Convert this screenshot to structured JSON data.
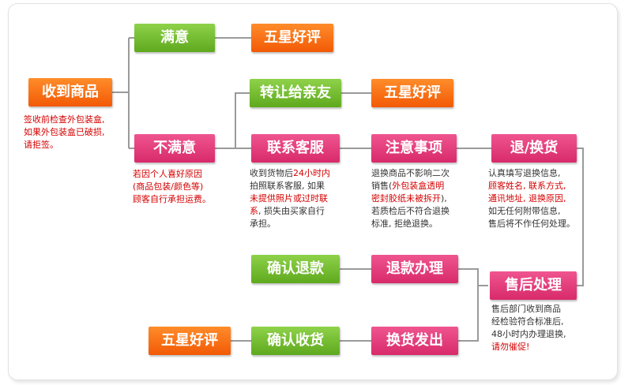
{
  "colors": {
    "green": "#6cb52a",
    "orange": "#f46e10",
    "pink": "#e03a78",
    "line": "#9a9a9a",
    "note_red": "#d40000"
  },
  "nodes": {
    "receive": "收到商品",
    "satisfied": "满意",
    "unsatisfied": "不满意",
    "five_star_1": "五星好评",
    "transfer": "转让给亲友",
    "five_star_2": "五星好评",
    "contact": "联系客服",
    "notice": "注意事项",
    "return_exchange": "退/换货",
    "after_sales": "售后处理",
    "refund": "退款办理",
    "confirm_refund": "确认退款",
    "ship_exchange": "换货发出",
    "confirm_receipt": "确认收货",
    "five_star_3": "五星好评"
  },
  "notes": {
    "receive": [
      "签收前检查外包装盒,",
      "如果外包装盒已破损,",
      "请拒签。"
    ],
    "unsatisfied": [
      "若因个人喜好原因",
      "(商品包装/颜色等)",
      "顾客自行承担运费。"
    ],
    "contact": {
      "l1": "收到货物后",
      "l1_red": "24小时内",
      "l2": "拍照联系客服, 如果",
      "l3_red": "未提供照片或过时联",
      "l4_red": "系",
      "l4": ", 损失由买家自行",
      "l5": "承担。"
    },
    "notice": {
      "l1": "退换商品不影响二次",
      "l2": "销售(",
      "l2_red": "外包装盒透明",
      "l3_red": "密封胶纸未被拆开",
      "l3": "),",
      "l4": "若质检后不符合退换",
      "l5": "标准, 拒绝退换。"
    },
    "return_exchange": {
      "l1": "认真填写退换信息,",
      "l2_red": "顾客姓名, 联系方式,",
      "l3_red": "通讯地址, 退换原因,",
      "l4": "如无任何附带信息,",
      "l5": "售后将不作任何处理。"
    },
    "after_sales": {
      "l1": "售后部门收到商品",
      "l2": "经检验符合标准后,",
      "l3": "48小时内办理退换,",
      "l4_red": "请勿催促!"
    }
  }
}
